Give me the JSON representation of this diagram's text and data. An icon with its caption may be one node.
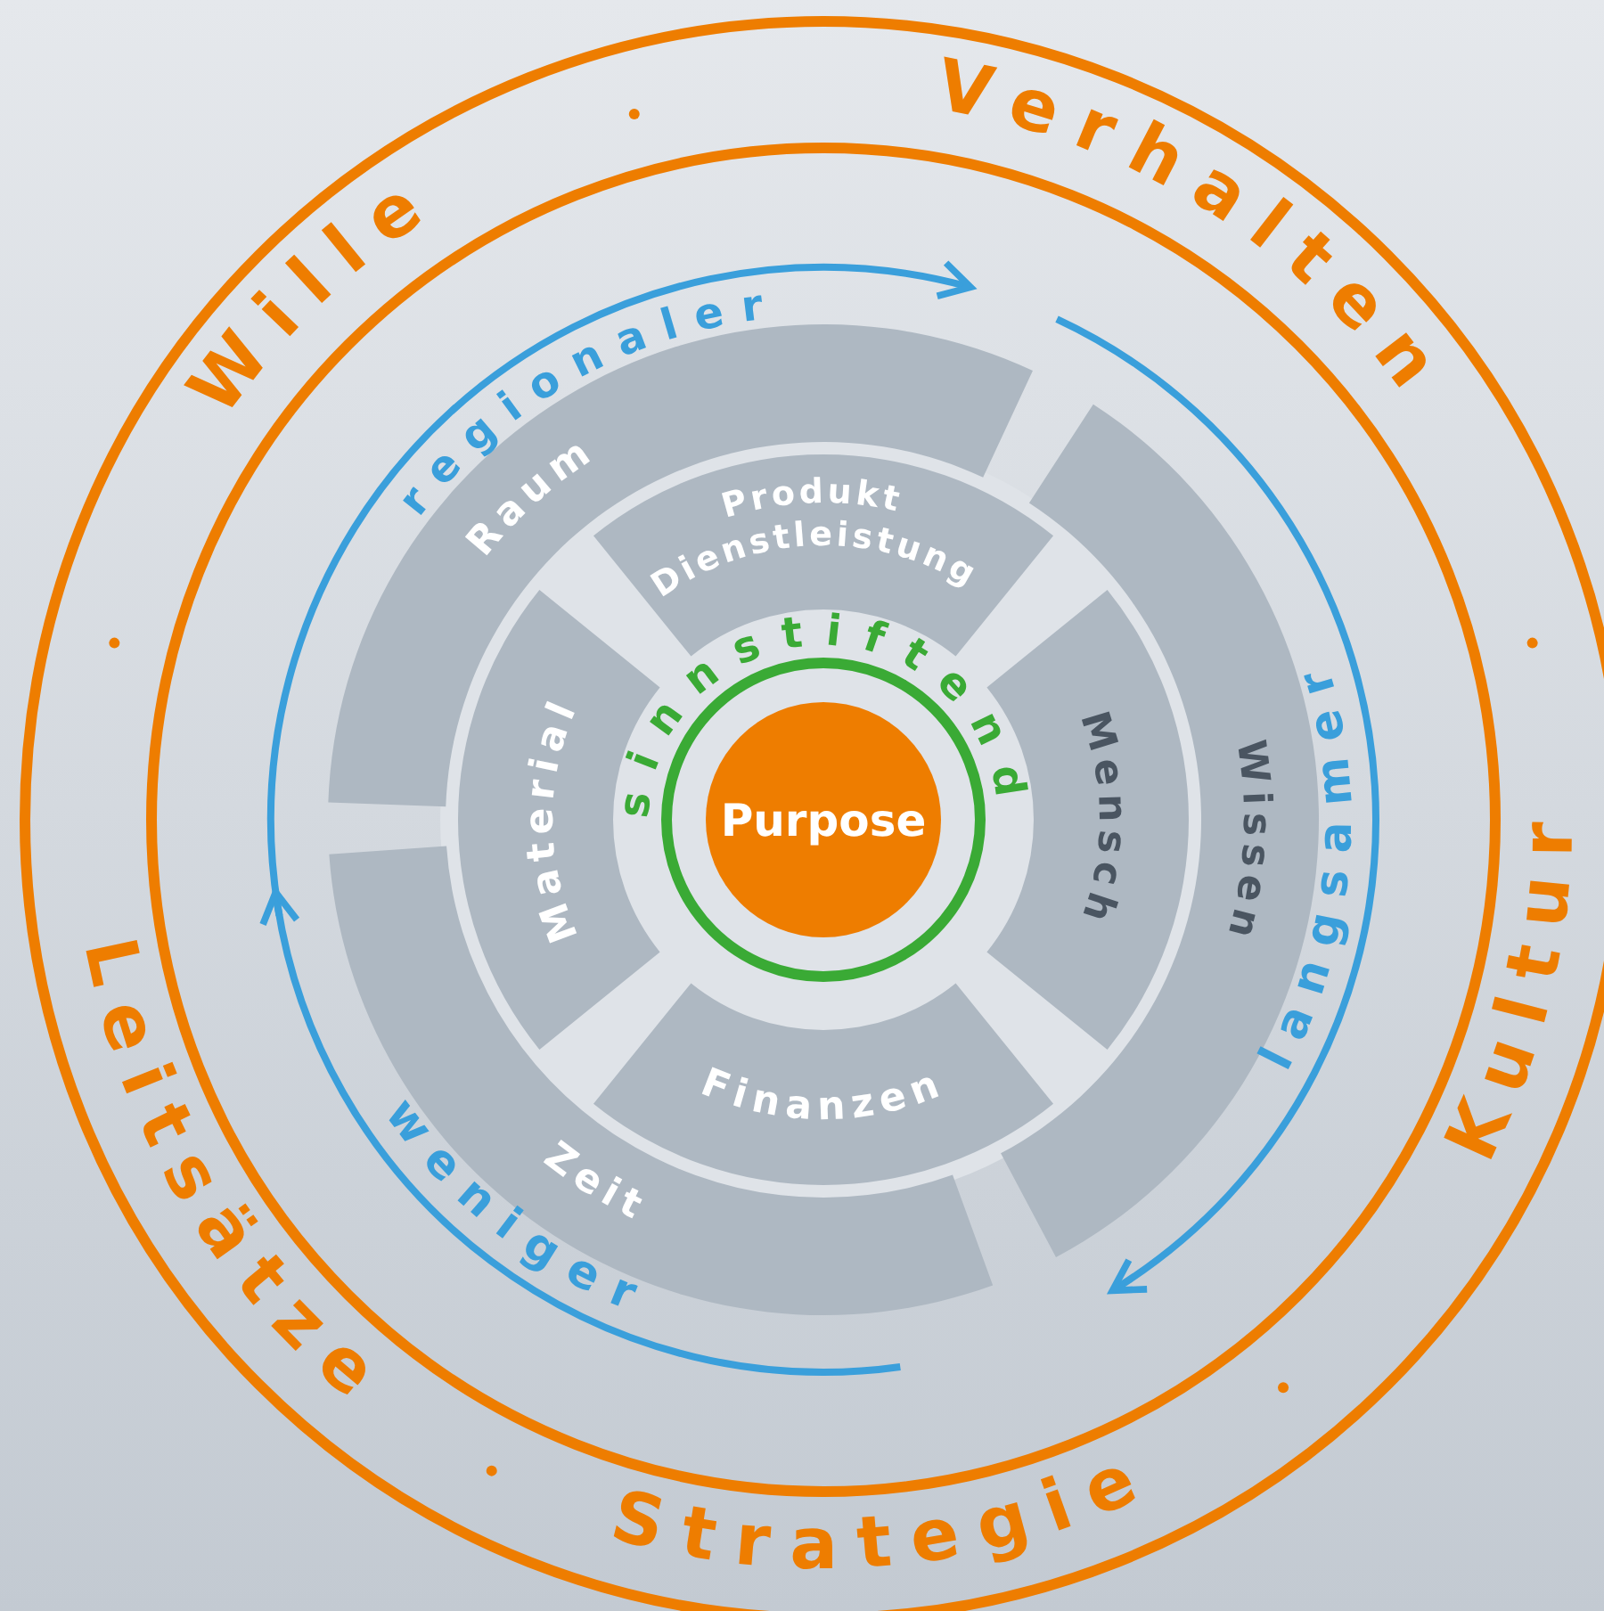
{
  "diagram": {
    "nodes": [
      {
        "text": [
          "Raum"
        ]
      },
      {
        "text": [
          "Wissen"
        ]
      },
      {
        "text": [
          "Zeit"
        ]
      },
      {
        "text": [
          "Produkt",
          "Dienstleistung"
        ]
      },
      {
        "text": [
          "Mensch"
        ]
      },
      {
        "text": [
          "Finanzen"
        ]
      },
      {
        "text": [
          "Material"
        ]
      },
      {
        "text": [
          "Purpose"
        ]
      }
    ],
    "labels": [
      "Wille",
      "Verhalten",
      "Kultur",
      "Strategie",
      "Leitsätze",
      "regionaler",
      "langsamer",
      "weniger",
      "sinnstiftend"
    ]
  }
}
